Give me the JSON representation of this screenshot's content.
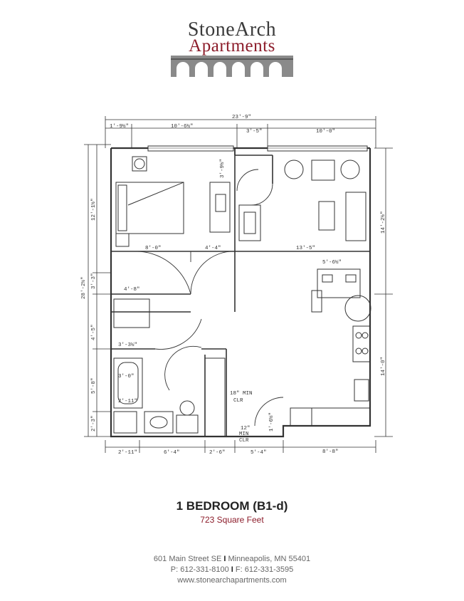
{
  "logo": {
    "line1": "StoneArch",
    "line2": "Apartments"
  },
  "plan": {
    "dims": {
      "overall_width": "23'-9\"",
      "top_1": "1'-9½\"",
      "top_2": "10'-6½\"",
      "top_3": "3'-5\"",
      "top_4": "10'-0\"",
      "closet": "3'-9½\"",
      "bed_w": "8'-0\"",
      "closet_w": "4'-4\"",
      "living_w": "13'-5\"",
      "kitchen_w": "5'-6½\"",
      "shelf": "4'-8\"",
      "linen": "3'-3½\"",
      "tub": "3'-0\"",
      "vanity": "2'-11\"",
      "clr1": "18\" MIN",
      "clr1b": "CLR",
      "clr2": "12\"",
      "clr2b": "MIN",
      "clr2c": "CLR",
      "small_v": "1'-6½\"",
      "left_total": "28'-2½\"",
      "left_1": "12'-1½\"",
      "left_2": "3'-3\"",
      "left_3": "4'-5\"",
      "left_4": "5'-8\"",
      "left_5": "2'-3\"",
      "right_1": "14'-2½\"",
      "right_2": "14'-0\"",
      "bottom_1": "2'-11\"",
      "bottom_2": "6'-4\"",
      "bottom_3": "2'-6\"",
      "bottom_4": "5'-4\"",
      "bottom_5": "8'-8\""
    }
  },
  "title": "1 BEDROOM (B1-d)",
  "subtitle": "723 Square Feet",
  "footer": {
    "address_street": "601 Main Street SE",
    "address_city": "Minneapolis, MN 55401",
    "phone": "P: 612-331-8100",
    "fax": "F: 612-331-3595",
    "separator": "I",
    "website": "www.stonearchapartments.com"
  },
  "colors": {
    "brand": "#8c1c2a",
    "text": "#222222",
    "muted": "#666666"
  }
}
